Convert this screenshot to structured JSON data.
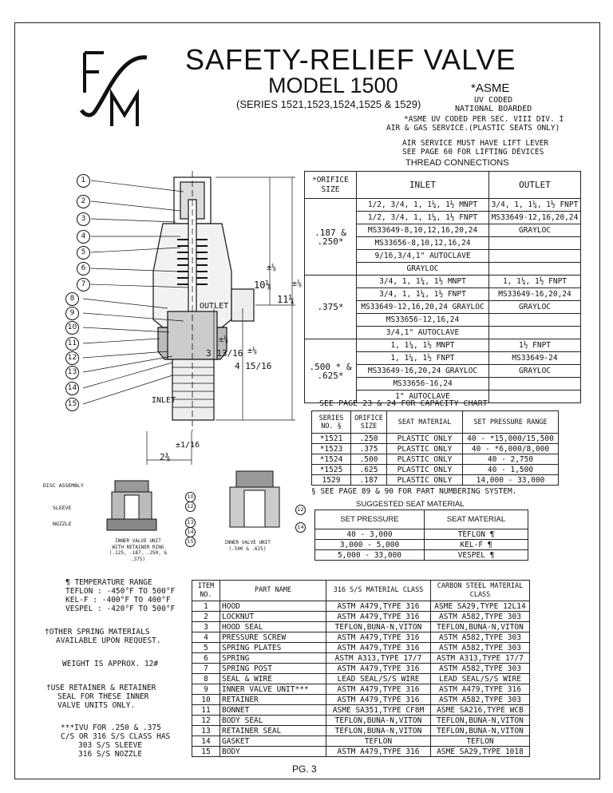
{
  "logo": {
    "text": "FSM"
  },
  "header": {
    "title": "SAFETY-RELIEF VALVE",
    "model": "MODEL 1500",
    "series": "(SERIES 1521,1523,1524,1525 & 1529)",
    "asme_badge": "*ASME",
    "asme_sub1": "UV CODED",
    "asme_sub2": "NATIONAL BOARDED",
    "asme_note1": "*ASME UV CODED PER SEC. VIII DIV. I",
    "asme_note2": "AIR & GAS SERVICE.(PLASTIC SEATS ONLY)",
    "air_note1": "AIR SERVICE MUST HAVE LIFT LEVER",
    "air_note2": "SEE PAGE 60 FOR LIFTING DEVICES",
    "thread_title": "THREAD CONNECTIONS"
  },
  "thread_table": {
    "col_orifice": "ORIFICE SIZE",
    "col_inlet": "INLET",
    "col_outlet": "OUTLET",
    "groups": [
      {
        "orifice": ".187 & .250*",
        "rows": [
          {
            "inlet": "1/2, 3/4, 1, 1¼, 1½ MNPT",
            "outlet": "3/4, 1, 1¼, 1½ FNPT"
          },
          {
            "inlet": "1/2, 3/4, 1, 1¼, 1½ FNPT",
            "outlet": "MS33649-12,16,20,24"
          },
          {
            "inlet": "MS33649-8,10,12,16,20,24",
            "outlet": "GRAYLOC"
          },
          {
            "inlet": "MS33656-8,10,12,16,24",
            "outlet": ""
          },
          {
            "inlet": "9/16,3/4,1\" AUTOCLAVE",
            "outlet": ""
          },
          {
            "inlet": "GRAYLOC",
            "outlet": ""
          }
        ]
      },
      {
        "orifice": ".375*",
        "rows": [
          {
            "inlet": "3/4, 1, 1¼, 1½ MNPT",
            "outlet": "1, 1¼, 1½ FNPT"
          },
          {
            "inlet": "3/4, 1, 1¼, 1½ FNPT",
            "outlet": "MS33649-16,20,24"
          },
          {
            "inlet": "MS33649-12,16,20,24   GRAYLOC",
            "outlet": "GRAYLOC"
          },
          {
            "inlet": "MS33656-12,16,24",
            "outlet": ""
          },
          {
            "inlet": "3/4,1\" AUTOCLAVE",
            "outlet": ""
          }
        ]
      },
      {
        "orifice": ".500 * & .625*",
        "rows": [
          {
            "inlet": "1, 1¼, 1½ MNPT",
            "outlet": "1½ FNPT"
          },
          {
            "inlet": "1, 1¼, 1½ FNPT",
            "outlet": "MS33649-24"
          },
          {
            "inlet": "MS33649-16,20,24      GRAYLOC",
            "outlet": "GRAYLOC"
          },
          {
            "inlet": "MS33656-16,24",
            "outlet": ""
          },
          {
            "inlet": "1\" AUTOCLAVE",
            "outlet": ""
          }
        ]
      }
    ]
  },
  "capacity_note": "SEE PAGE 23 & 24 FOR CAPACITY CHART",
  "series_table": {
    "headers": [
      "SERIES NO. §",
      "ORIFICE SIZE",
      "SEAT MATERIAL",
      "SET PRESSURE RANGE"
    ],
    "rows": [
      [
        "*1521",
        ".250",
        "PLASTIC ONLY",
        "40 - *15,000/15,500"
      ],
      [
        "*1523",
        ".375",
        "PLASTIC ONLY",
        "40 - *6,000/8,000"
      ],
      [
        "*1524",
        ".500",
        "PLASTIC ONLY",
        "40 - 2,750"
      ],
      [
        "*1525",
        ".625",
        "PLASTIC ONLY",
        "40 - 1,500"
      ],
      [
        "1529",
        ".187",
        "PLASTIC ONLY",
        "14,000 - 33,000"
      ]
    ]
  },
  "part_numbering_note": "§ SEE PAGE 89 & 90 FOR PART NUMBERING SYSTEM.",
  "seat_table": {
    "title": "SUGGESTED SEAT MATERIAL",
    "headers": [
      "SET PRESSURE",
      "SEAT MATERIAL"
    ],
    "rows": [
      [
        "40 - 3,000",
        "TEFLON ¶"
      ],
      [
        "3,000 - 5,000",
        "KEL-F ¶"
      ],
      [
        "5,000 - 33,000",
        "VESPEL ¶"
      ]
    ]
  },
  "drawing": {
    "outlet": "OUTLET",
    "inlet": "INLET",
    "dim_a": "10⅛",
    "dim_b": "11¼",
    "dim_c": "3 13/16",
    "dim_d": "4 15/16",
    "dim_e": "2⅜",
    "tol": "±⅛",
    "tol2": "±1/16",
    "callouts": [
      "1",
      "2",
      "3",
      "4",
      "5",
      "6",
      "7",
      "8",
      "9",
      "10",
      "11",
      "12",
      "13",
      "14",
      "15"
    ],
    "disc_assembly": "DISC ASSEMBLY",
    "sleeve": "SLEEVE",
    "nozzle": "NOZZLE",
    "inner_unit1_l1": "INNER VALVE UNIT",
    "inner_unit1_l2": "WITH RETAINER RING",
    "inner_unit1_l3": "(.125, .187, .250, & .375)",
    "inner_unit2_l1": "INNER VALVE UNIT",
    "inner_unit2_l2": "(.500 & .625)",
    "small_callouts": [
      "10",
      "12",
      "13",
      "14",
      "15",
      "12",
      "14"
    ]
  },
  "notes": {
    "temp_title": "¶ TEMPERATURE RANGE",
    "teflon": "TEFLON : -450°F TO 500°F",
    "kelf": "KEL-F : -400°F TO 400°F",
    "vespel": "VESPEL : -420°F TO 500°F",
    "spring_note1": "OTHER SPRING MATERIALS",
    "spring_note2": "AVAILABLE UPON REQUEST.",
    "weight": "WEIGHT IS APPROX. 12#",
    "retainer1": "USE RETAINER & RETAINER",
    "retainer2": "SEAL FOR THESE INNER",
    "retainer3": "VALVE UNITS ONLY.",
    "ivu1": "***IVU FOR .250 & .375",
    "ivu2": "C/S OR 316 S/S CLASS HAS",
    "ivu3": "303 S/S SLEEVE",
    "ivu4": "316 S/S NOZZLE",
    "dagger": "†"
  },
  "parts_table": {
    "headers": [
      "ITEM NO.",
      "PART NAME",
      "316 S/S MATERIAL CLASS",
      "CARBON STEEL MATERIAL CLASS"
    ],
    "rows": [
      [
        "1",
        "HOOD",
        "ASTM A479,TYPE 316",
        "ASME SA29,TYPE 12L14"
      ],
      [
        "2",
        "LOCKNUT",
        "ASTM A479,TYPE 316",
        "ASTM A582,TYPE 303"
      ],
      [
        "3",
        "HOOD SEAL",
        "TEFLON,BUNA-N,VITON",
        "TEFLON,BUNA-N,VITON"
      ],
      [
        "4",
        "PRESSURE SCREW",
        "ASTM A479,TYPE 316",
        "ASTM A582,TYPE 303"
      ],
      [
        "5",
        "SPRING PLATES",
        "ASTM A479,TYPE 316",
        "ASTM A582,TYPE 303"
      ],
      [
        "6",
        "SPRING",
        "ASTM A313,TYPE 17/7",
        "ASTM A313,TYPE 17/7"
      ],
      [
        "7",
        "SPRING POST",
        "ASTM A479,TYPE 316",
        "ASTM A582,TYPE 303"
      ],
      [
        "8",
        "SEAL & WIRE",
        "LEAD SEAL/S/S WIRE",
        "LEAD SEAL/S/S WIRE"
      ],
      [
        "9",
        "INNER VALVE UNIT***",
        "ASTM A479,TYPE 316",
        "ASTM A479,TYPE 316"
      ],
      [
        "10",
        "RETAINER",
        "ASTM A479,TYPE 316",
        "ASTM A582,TYPE 303"
      ],
      [
        "11",
        "BONNET",
        "ASME SA351,TYPE CF8M",
        "ASME SA216,TYPE WCB"
      ],
      [
        "12",
        "BODY SEAL",
        "TEFLON,BUNA-N,VITON",
        "TEFLON,BUNA-N,VITON"
      ],
      [
        "13",
        "RETAINER SEAL",
        "TEFLON,BUNA-N,VITON",
        "TEFLON,BUNA-N,VITON"
      ],
      [
        "14",
        "GASKET",
        "TEFLON",
        "TEFLON"
      ],
      [
        "15",
        "BODY",
        "ASTM A479,TYPE 316",
        "ASME SA29,TYPE 1018"
      ]
    ]
  },
  "footer": {
    "page": "PG. 3"
  }
}
